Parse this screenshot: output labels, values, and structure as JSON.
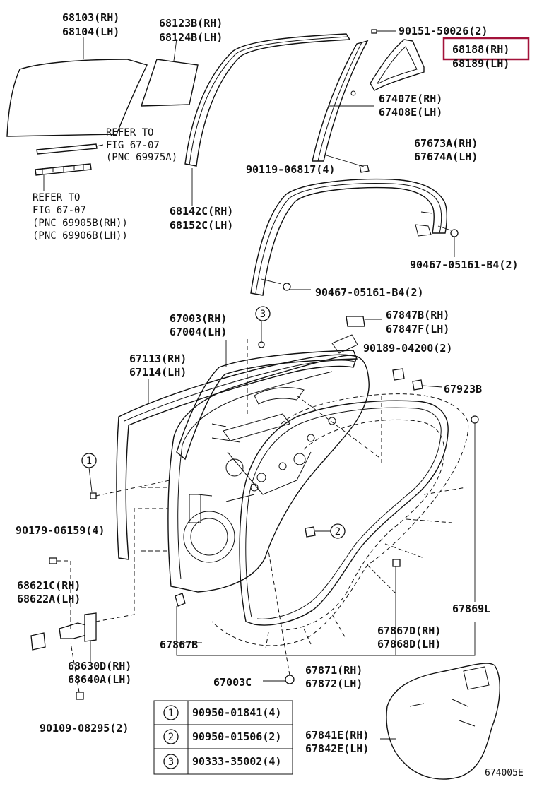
{
  "diagram_id": "674005E",
  "highlight_color": "#a3123a",
  "labels": {
    "p68103": "68103(RH)",
    "p68104": "68104(LH)",
    "p68123b": "68123B(RH)",
    "p68124b": "68124B(LH)",
    "p90151": "90151-50026(2)",
    "p68188": "68188(RH)",
    "p68189": "68189(LH)",
    "refer1_a": "REFER TO",
    "refer1_b": "FIG 67-07",
    "refer1_c": "(PNC 69975A)",
    "p67407e": "67407E(RH)",
    "p67408e": "67408E(LH)",
    "refer2_a": "REFER TO",
    "refer2_b": "FIG 67-07",
    "refer2_c": "(PNC 69905B(RH))",
    "refer2_d": "(PNC 69906B(LH))",
    "p90119": "90119-06817(4)",
    "p67673a": "67673A(RH)",
    "p67674a": "67674A(LH)",
    "p68142c": "68142C(RH)",
    "p68152c": "68152C(LH)",
    "p90467a": "90467-05161-B4(2)",
    "p90467b": "90467-05161-B4(2)",
    "p67003": "67003(RH)",
    "p67004": "67004(LH)",
    "callout3": "3",
    "p67847b": "67847B(RH)",
    "p67847f": "67847F(LH)",
    "p67113": "67113(RH)",
    "p67114": "67114(LH)",
    "p90189": "90189-04200(2)",
    "p67923b": "67923B",
    "callout1": "1",
    "callout2": "2",
    "p90179": "90179-06159(4)",
    "p67869l": "67869L",
    "p68621c": "68621C(RH)",
    "p68622a": "68622A(LH)",
    "p67867d": "67867D(RH)",
    "p67868d": "67868D(LH)",
    "p67867b": "67867B",
    "p68630d": "68630D(RH)",
    "p68640a": "68640A(LH)",
    "p67871": "67871(RH)",
    "p67872": "67872(LH)",
    "p67003c": "67003C",
    "p90109": "90109-08295(2)",
    "p67841e": "67841E(RH)",
    "p67842e": "67842E(LH)"
  },
  "legend": [
    {
      "num": "1",
      "part": "90950-01841(4)"
    },
    {
      "num": "2",
      "part": "90950-01506(2)"
    },
    {
      "num": "3",
      "part": "90333-35002(4)"
    }
  ]
}
